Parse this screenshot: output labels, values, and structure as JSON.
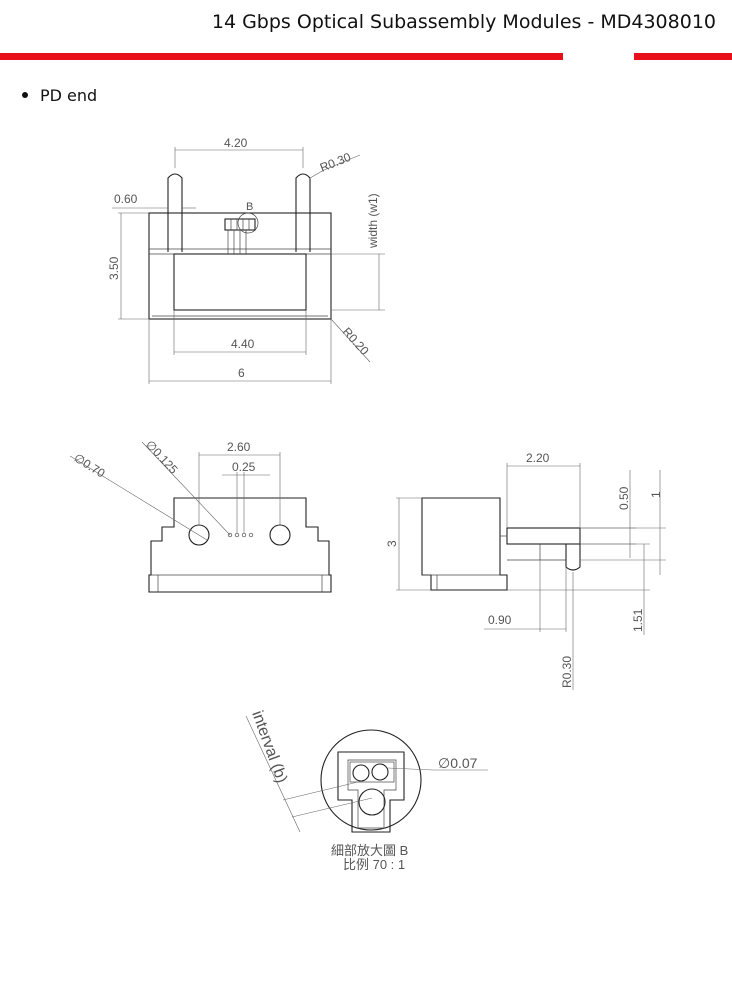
{
  "header": {
    "title": "14 Gbps Optical Subassembly Modules - MD4308010",
    "accent_color": "#e8101a"
  },
  "section": {
    "bullet": "PD end"
  },
  "top_view": {
    "dim_top_width": "4.20",
    "dim_pin_radius": "R0.30",
    "dim_pin_offset": "0.60",
    "detail_marker": "B",
    "dim_height": "3.50",
    "dim_width_w1": "width (w1)",
    "dim_window_width": "4.40",
    "dim_corner_radius": "R0.20",
    "dim_total_width": "6"
  },
  "front_view": {
    "dim_hole_dia": "∅0.70",
    "dim_pad_dia": "∅0.125",
    "dim_hole_pitch": "2.60",
    "dim_pad_pitch": "0.25"
  },
  "side_view": {
    "dim_length": "2.20",
    "dim_height": "3",
    "dim_a": "0.50",
    "dim_b": "1",
    "dim_c": "0.90",
    "dim_d": "1.51",
    "dim_radius": "R0.30"
  },
  "detail_view": {
    "dim_interval": "interval (b)",
    "dim_dia": "∅0.07",
    "caption_line1": "細部放大圖 B",
    "caption_line2": "比例 70 : 1"
  }
}
